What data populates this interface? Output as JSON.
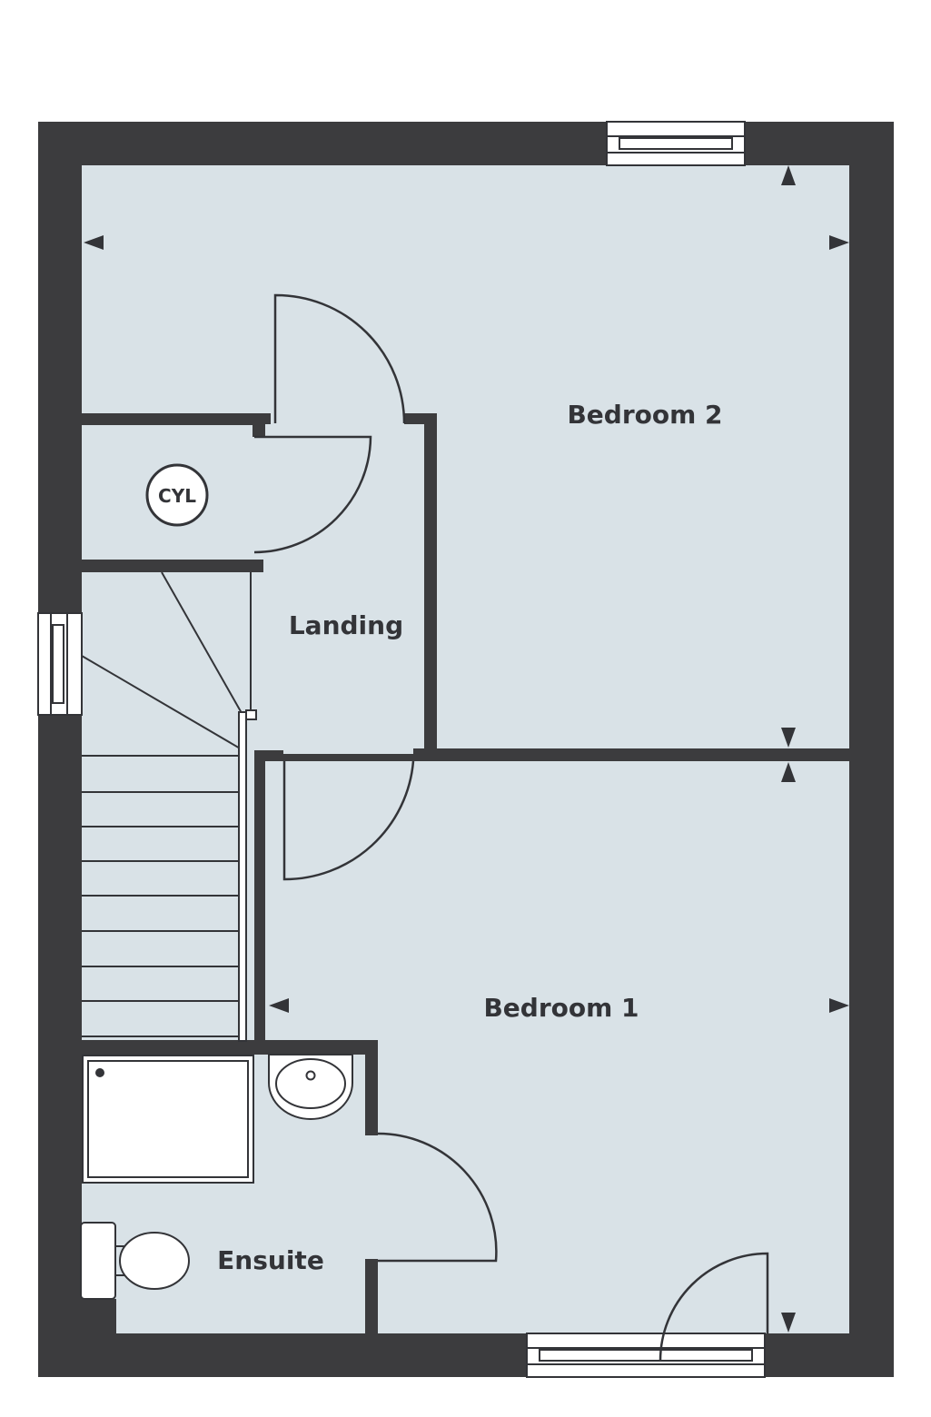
{
  "colors": {
    "wall": "#3c3c3e",
    "floor": "#d9e2e7",
    "line": "#333438",
    "fixture": "#ffffff"
  },
  "rooms": {
    "bedroom2": "Bedroom 2",
    "landing": "Landing",
    "bedroom1": "Bedroom 1",
    "ensuite": "Ensuite"
  },
  "fixtures": {
    "cylinder": "CYL"
  }
}
